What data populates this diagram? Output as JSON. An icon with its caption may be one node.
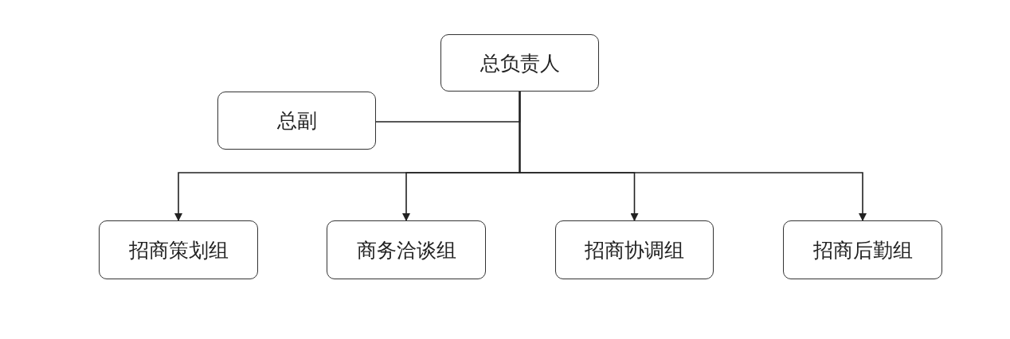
{
  "diagram": {
    "nodes": [
      {
        "text": [
          "总负责人"
        ]
      },
      {
        "text": [
          "总副"
        ]
      },
      {
        "text": [
          "招商策划组"
        ]
      },
      {
        "text": [
          "商务洽谈组"
        ]
      },
      {
        "text": [
          "招商协调组"
        ]
      },
      {
        "text": [
          "招商后勤组"
        ]
      }
    ],
    "edges": [
      {
        "from": 0,
        "to": 1,
        "arrow": "none"
      },
      {
        "from": 0,
        "to": 2,
        "arrow": "to"
      },
      {
        "from": 0,
        "to": 3,
        "arrow": "to"
      },
      {
        "from": 0,
        "to": 4,
        "arrow": "to"
      },
      {
        "from": 0,
        "to": 5,
        "arrow": "to"
      }
    ]
  }
}
